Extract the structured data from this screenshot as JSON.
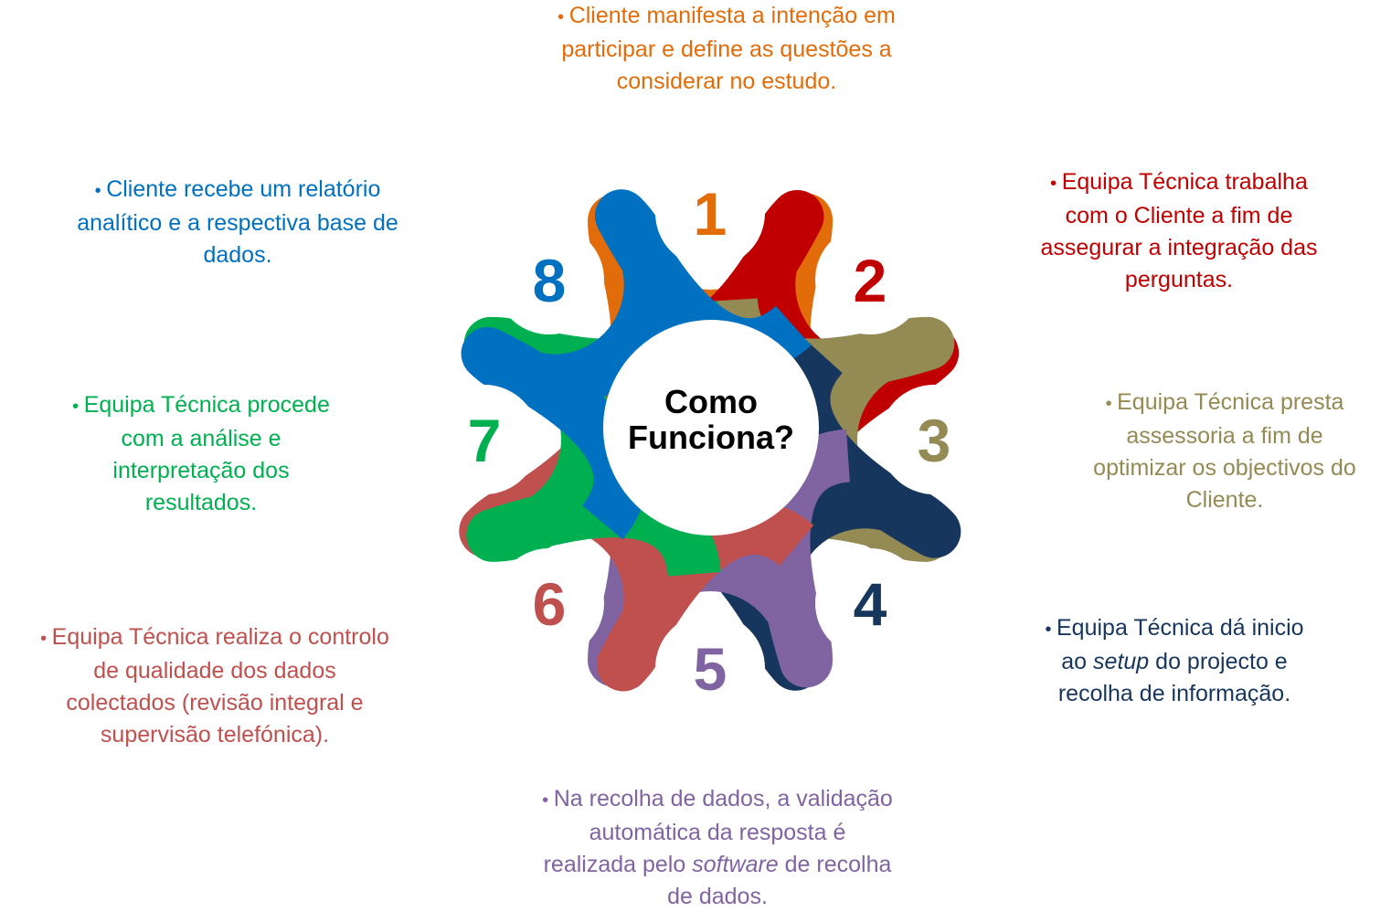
{
  "center": {
    "line1": "Como",
    "line2": "Funciona?"
  },
  "steps": [
    {
      "number": "1",
      "color": "#E36C0A",
      "lines": [
        "Cliente manifesta a intenção em",
        "participar e define as questões a",
        "considerar no estudo."
      ]
    },
    {
      "number": "2",
      "color": "#C00000",
      "lines": [
        "Equipa Técnica trabalha",
        "com o Cliente a fim de",
        "assegurar a integração das",
        "perguntas."
      ]
    },
    {
      "number": "3",
      "color": "#948A54",
      "lines": [
        "Equipa Técnica presta",
        "assessoria  a fim de",
        "optimizar os objectivos do",
        "Cliente."
      ]
    },
    {
      "number": "4",
      "color": "#17365D",
      "lines": [
        "Equipa Técnica dá inicio",
        "ao setup do projecto e",
        "recolha de informação."
      ],
      "italic_word": "setup"
    },
    {
      "number": "5",
      "color": "#8064A2",
      "lines": [
        "Na recolha de dados, a validação",
        "automática da resposta é",
        "realizada pelo software de recolha",
        "de dados."
      ],
      "italic_word": "software"
    },
    {
      "number": "6",
      "color": "#C0504D",
      "lines": [
        "Equipa Técnica realiza o controlo",
        "de qualidade dos dados",
        "colectados (revisão integral e",
        "supervisão telefónica)."
      ]
    },
    {
      "number": "7",
      "color": "#00B050",
      "lines": [
        "Equipa Técnica procede",
        "com a análise e",
        "interpretação dos",
        "resultados."
      ]
    },
    {
      "number": "8",
      "color": "#0070C0",
      "lines": [
        "Cliente recebe um relatório",
        "analítico e a respectiva base de",
        "dados."
      ]
    }
  ],
  "bullet_char": "•"
}
